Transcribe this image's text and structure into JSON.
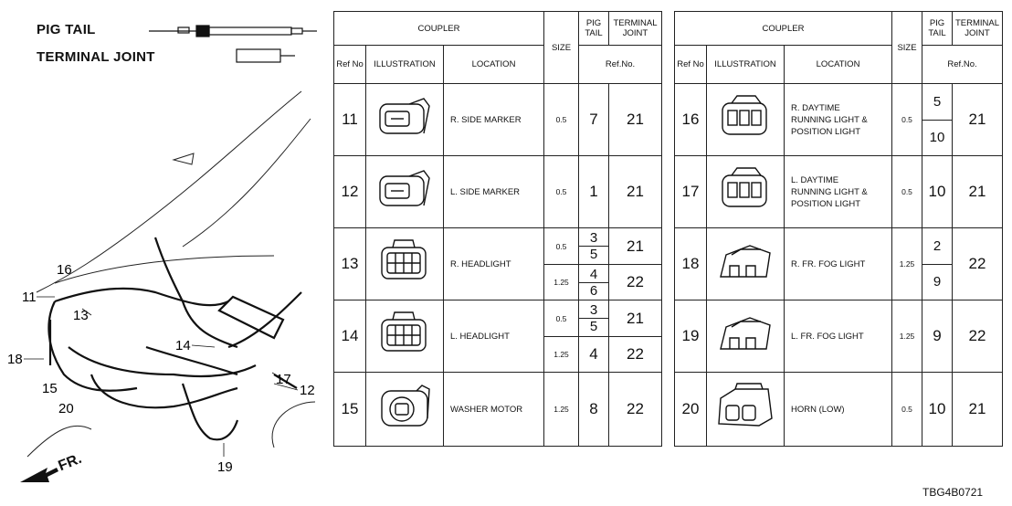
{
  "legend": {
    "pig_tail": "PIG TAIL",
    "terminal_joint": "TERMINAL JOINT"
  },
  "headers": {
    "coupler": "COUPLER",
    "size": "SIZE",
    "pig_tail": "PIG TAIL",
    "terminal_joint": "TERMINAL JOINT",
    "ref_no": "Ref No",
    "illustration": "ILLUSTRATION",
    "location": "LOCATION",
    "ref_no_sub": "Ref.No."
  },
  "left_rows": [
    {
      "ref": "11",
      "location": "R. SIDE MARKER",
      "size": "0.5",
      "pig": "7",
      "tj": "21"
    },
    {
      "ref": "12",
      "location": "L. SIDE MARKER",
      "size": "0.5",
      "pig": "1",
      "tj": "21"
    },
    {
      "ref": "13",
      "location": "R. HEADLIGHT",
      "sub": [
        {
          "size": "0.5",
          "pig1": "3",
          "pig2": "5",
          "tj": "21"
        },
        {
          "size": "1.25",
          "pig1": "4",
          "pig2": "6",
          "tj": "22"
        }
      ]
    },
    {
      "ref": "14",
      "location": "L. HEADLIGHT",
      "sub": [
        {
          "size": "0.5",
          "pig1": "3",
          "pig2": "5",
          "tj": "21"
        },
        {
          "size": "1.25",
          "pig1": "4",
          "tj": "22"
        }
      ]
    },
    {
      "ref": "15",
      "location": "WASHER MOTOR",
      "size": "1.25",
      "pig": "8",
      "tj": "22"
    }
  ],
  "right_rows": [
    {
      "ref": "16",
      "location": [
        "R. DAYTIME",
        "RUNNING LIGHT &",
        "POSITION LIGHT"
      ],
      "size": "0.5",
      "pig1": "5",
      "pig2": "10",
      "tj": "21"
    },
    {
      "ref": "17",
      "location": [
        "L. DAYTIME",
        "RUNNING LIGHT &",
        "POSITION LIGHT"
      ],
      "size": "0.5",
      "pig": "10",
      "tj": "21"
    },
    {
      "ref": "18",
      "location": [
        "R. FR. FOG LIGHT"
      ],
      "size": "1.25",
      "pig1": "2",
      "pig2": "9",
      "tj": "22"
    },
    {
      "ref": "19",
      "location": [
        "L. FR. FOG LIGHT"
      ],
      "size": "1.25",
      "pig": "9",
      "tj": "22"
    },
    {
      "ref": "20",
      "location": [
        "HORN (LOW)"
      ],
      "size": "0.5",
      "pig": "10",
      "tj": "21"
    }
  ],
  "callouts": [
    "16",
    "11",
    "13",
    "18",
    "15",
    "20",
    "14",
    "17",
    "12",
    "19"
  ],
  "front_label": "FR.",
  "diagram_code": "TBG4B0721"
}
